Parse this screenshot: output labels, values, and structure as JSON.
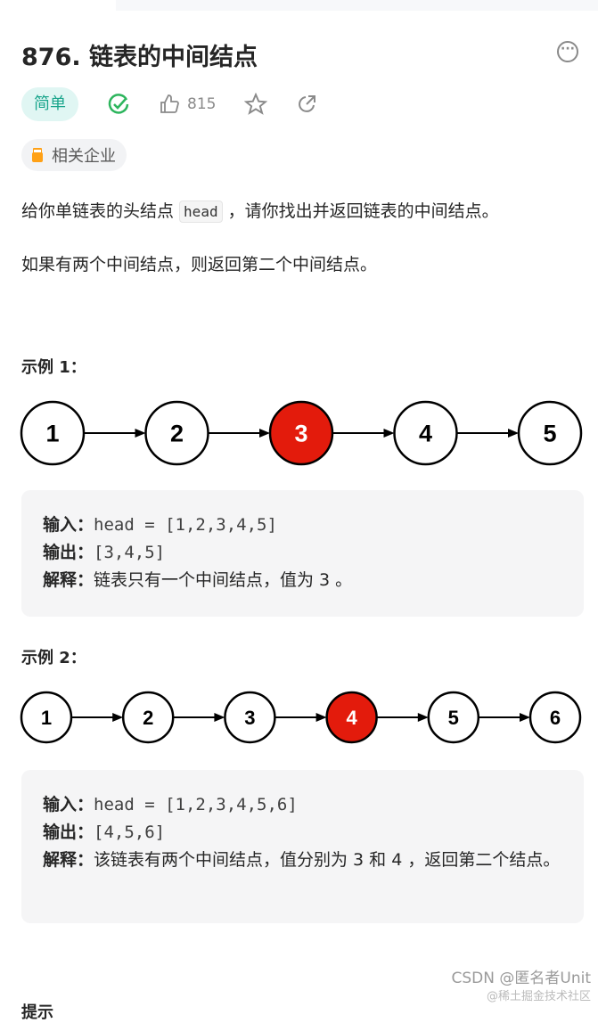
{
  "problem": {
    "title": "876. 链表的中间结点",
    "difficulty": "简单",
    "likes": "815",
    "companies": "相关企业",
    "desc1_pre": "给你单链表的头结点 ",
    "desc1_code": "head",
    "desc1_post": " ，请你找出并返回链表的中间结点。",
    "desc2": "如果有两个中间结点，则返回第二个中间结点。"
  },
  "examples": [
    {
      "title": "示例 1：",
      "nodes": [
        "1",
        "2",
        "3",
        "4",
        "5"
      ],
      "middle": 2,
      "input_label": "输入：",
      "input": "head = [1,2,3,4,5]",
      "output_label": "输出：",
      "output": "[3,4,5]",
      "explain_label": "解释：",
      "explain": "链表只有一个中间结点，值为 3 。"
    },
    {
      "title": "示例 2：",
      "nodes": [
        "1",
        "2",
        "3",
        "4",
        "5",
        "6"
      ],
      "middle": 3,
      "input_label": "输入：",
      "input": "head = [1,2,3,4,5,6]",
      "output_label": "输出：",
      "output": "[4,5,6]",
      "explain_label": "解释：",
      "explain": "该链表有两个中间结点，值分别为 3 和 4 ，返回第二个结点。"
    }
  ],
  "next_heading": "提示",
  "watermark": "CSDN @匿名者Unit",
  "watermark2": "@稀土掘金技术社区",
  "colors": {
    "middle_node": "#e31b0c",
    "accent": "#1aa58c"
  }
}
